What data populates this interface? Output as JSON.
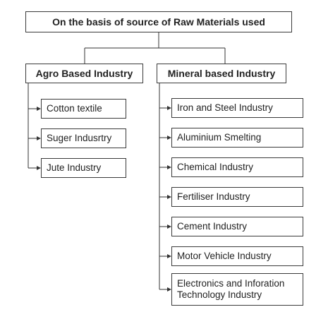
{
  "root": {
    "label": "On the basis of source of Raw Materials used"
  },
  "categories": [
    {
      "label": "Agro Based Industry",
      "items": [
        "Cotton textile",
        "Suger Indusrtry",
        "Jute Industry"
      ]
    },
    {
      "label": "Mineral based Industry",
      "items": [
        "Iron and Steel Industry",
        "Aluminium Smelting",
        "Chemical Industry",
        "Fertiliser Industry",
        "Cement Industry",
        "Motor Vehicle Industry",
        "Electronics and Inforation Technology Industry"
      ]
    }
  ]
}
